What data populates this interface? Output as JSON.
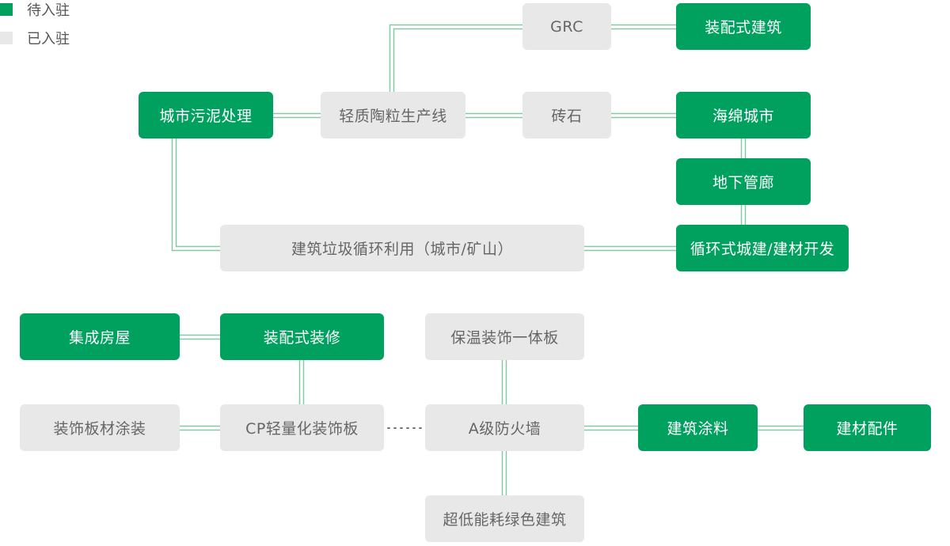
{
  "colors": {
    "pending": "#00a05e",
    "settled": "#e8e8e8",
    "connector": "#86c9a6"
  },
  "legend": {
    "pending_label": "待入驻",
    "settled_label": "已入驻"
  },
  "nodes": {
    "grc": "GRC",
    "prefab_building": "装配式建筑",
    "urban_sludge": "城市污泥处理",
    "ceramsite_line": "轻质陶粒生产线",
    "brick_stone": "砖石",
    "sponge_city": "海绵城市",
    "utility_tunnel": "地下管廊",
    "waste_recycling": "建筑垃圾循环利用（城市/矿山）",
    "circular_construction": "循环式城建/建材开发",
    "integrated_housing": "集成房屋",
    "prefab_decoration": "装配式装修",
    "insulation_board": "保温装饰一体板",
    "board_coating": "装饰板材涂装",
    "cp_board": "CP轻量化装饰板",
    "a_firewall": "A级防火墙",
    "building_coating": "建筑涂料",
    "material_parts": "建材配件",
    "ultra_low_energy": "超低能耗绿色建筑"
  }
}
